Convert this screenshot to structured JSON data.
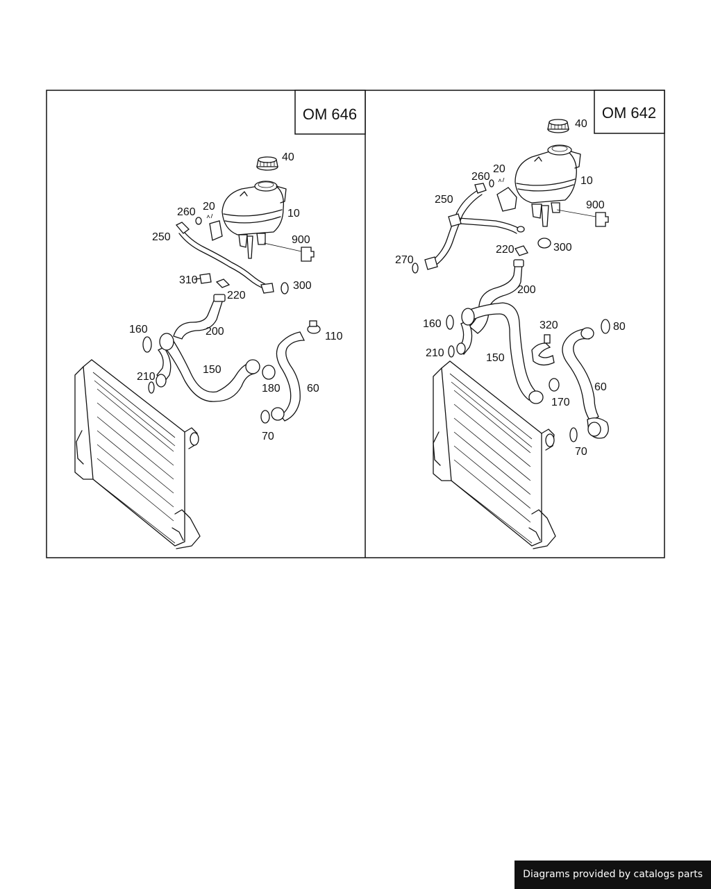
{
  "panels": [
    {
      "title": "OM 646",
      "labels": [
        "40",
        "20",
        "260",
        "10",
        "250",
        "900",
        "310",
        "300",
        "220",
        "160",
        "200",
        "110",
        "150",
        "210",
        "180",
        "60",
        "70"
      ]
    },
    {
      "title": "OM 642",
      "labels": [
        "40",
        "20",
        "260",
        "10",
        "250",
        "900",
        "220",
        "300",
        "270",
        "200",
        "160",
        "320",
        "80",
        "210",
        "150",
        "60",
        "170",
        "70"
      ]
    }
  ],
  "footer": {
    "text": "Diagrams provided by catalogs parts"
  }
}
